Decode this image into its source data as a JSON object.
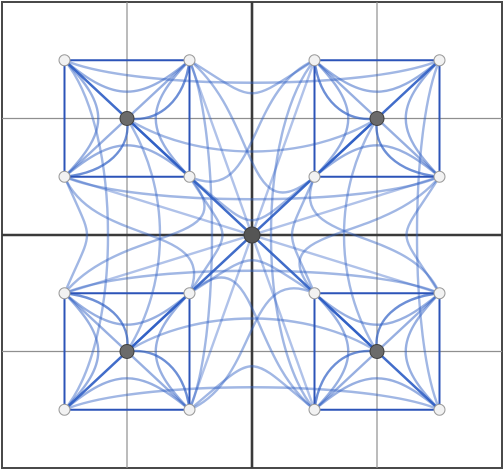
{
  "colors": {
    "curve": "#2f5fc4",
    "box": "#2c54b8",
    "node_white": "#f2f2f2",
    "node_gray": "#6b6b6b",
    "center_node": "#555555"
  },
  "chart_data": {
    "type": "diagram",
    "axis_range": [
      -2,
      2
    ],
    "grid_lines": [
      -1,
      1
    ],
    "axis_lines": [
      0
    ],
    "center_node": {
      "x": 0,
      "y": 0
    },
    "clusters": [
      {
        "name": "top-left",
        "center": [
          -1,
          1
        ],
        "corners": [
          [
            -1.5,
            1.5
          ],
          [
            -0.5,
            1.5
          ],
          [
            -0.5,
            0.5
          ],
          [
            -1.5,
            0.5
          ]
        ]
      },
      {
        "name": "top-right",
        "center": [
          1,
          1
        ],
        "corners": [
          [
            0.5,
            1.5
          ],
          [
            1.5,
            1.5
          ],
          [
            1.5,
            0.5
          ],
          [
            0.5,
            0.5
          ]
        ]
      },
      {
        "name": "bottom-left",
        "center": [
          -1,
          -1
        ],
        "corners": [
          [
            -1.5,
            -0.5
          ],
          [
            -0.5,
            -0.5
          ],
          [
            -0.5,
            -1.5
          ],
          [
            -1.5,
            -1.5
          ]
        ]
      },
      {
        "name": "bottom-right",
        "center": [
          1,
          -1
        ],
        "corners": [
          [
            0.5,
            -0.5
          ],
          [
            1.5,
            -0.5
          ],
          [
            1.5,
            -1.5
          ],
          [
            0.5,
            -1.5
          ]
        ]
      }
    ]
  }
}
